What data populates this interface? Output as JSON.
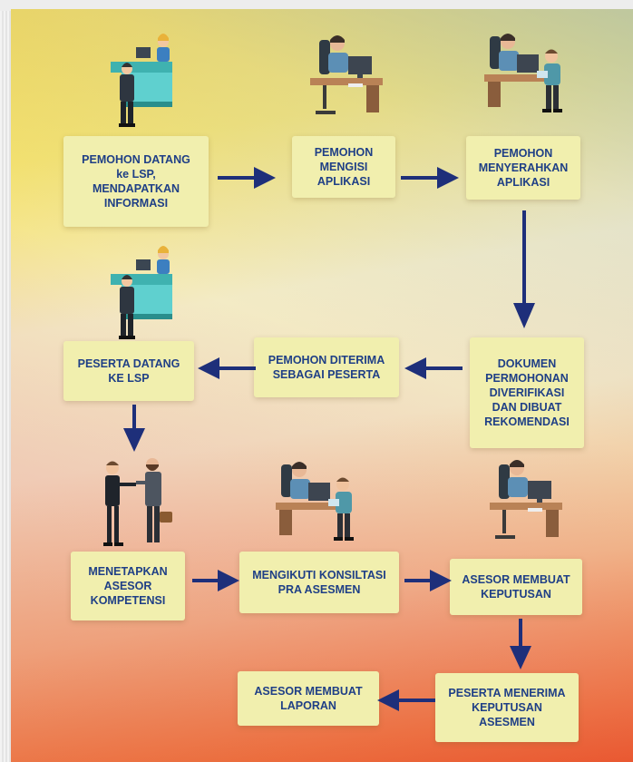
{
  "steps": {
    "s1": "PEMOHON DATANG\nke LSP,\nMENDAPATKAN\nINFORMASI",
    "s2": "PEMOHON\nMENGISI\nAPLIKASI",
    "s3": "PEMOHON\nMENYERAHKAN\nAPLIKASI",
    "s4": "DOKUMEN\nPERMOHONAN\nDIVERIFIKASI\nDAN DIBUAT\nREKOMENDASI",
    "s5": "PEMOHON DITERIMA\nSEBAGAI PESERTA",
    "s6": "PESERTA DATANG\nKE LSP",
    "s7": "MENETAPKAN\nASESOR\nKOMPETENSI",
    "s8": "MENGIKUTI KONSILTASI\nPRA ASESMEN",
    "s9": "ASESOR MEMBUAT\nKEPUTUSAN",
    "s10": "PESERTA MENERIMA\nKEPUTUSAN\nASESMEN",
    "s11": "ASESOR MEMBUAT\nLAPORAN"
  },
  "colors": {
    "box": "#f1efae",
    "text": "#1f3f86",
    "arrow": "#1e2f7a"
  },
  "icons": {
    "reception": "reception-desk-icon",
    "worker": "office-worker-icon",
    "meeting": "two-people-desk-icon",
    "handshake": "handshake-people-icon"
  }
}
